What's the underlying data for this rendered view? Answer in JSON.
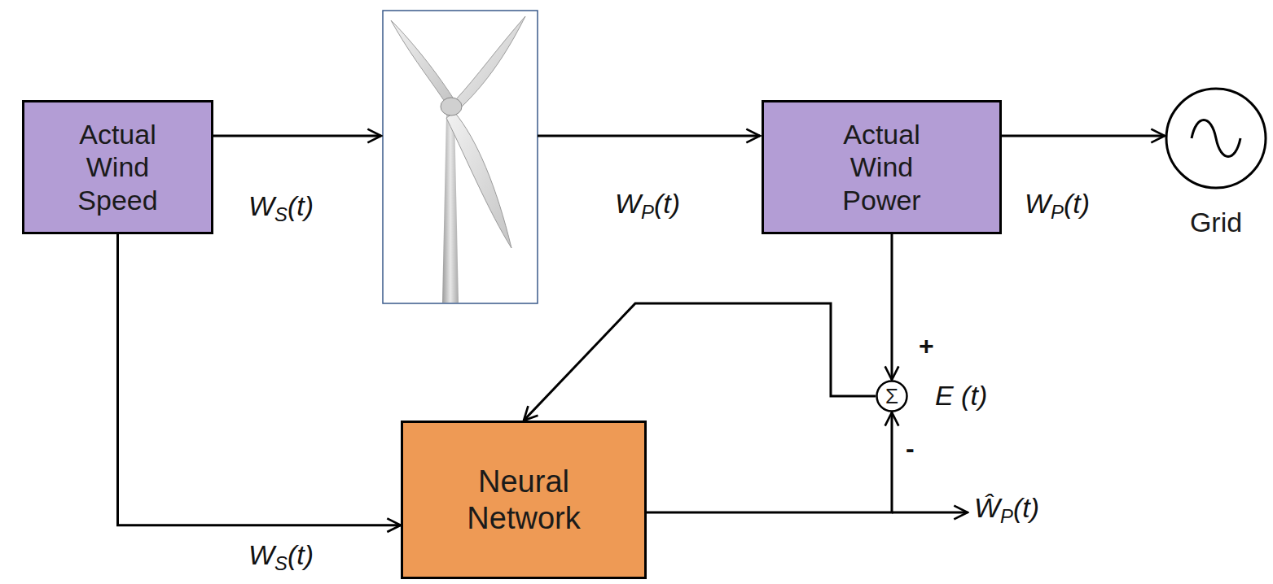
{
  "diagram": {
    "nodes": [
      {
        "text": [
          "Actual Wind Speed"
        ]
      },
      {
        "text": [
          "Actual Wind Power"
        ]
      },
      {
        "text": [
          "Grid"
        ]
      },
      {
        "text": [
          "Σ"
        ]
      },
      {
        "text": [
          "Neural Network"
        ]
      }
    ],
    "edges": [
      {
        "from": 0,
        "to": 4,
        "arrow": "to",
        "label": "WS(t)"
      },
      {
        "from": 1,
        "to": 3,
        "arrow": "to"
      },
      {
        "from": 1,
        "to": 2,
        "arrow": "to",
        "label": "WP(t)"
      },
      {
        "from": 3,
        "to": 4,
        "arrow": "to"
      },
      {
        "from": 4,
        "to": 3,
        "arrow": "to"
      }
    ],
    "labels": [
      "WS(t)",
      "WP(t)",
      "+",
      "E (t)",
      "-",
      "ŴP(t)"
    ]
  }
}
